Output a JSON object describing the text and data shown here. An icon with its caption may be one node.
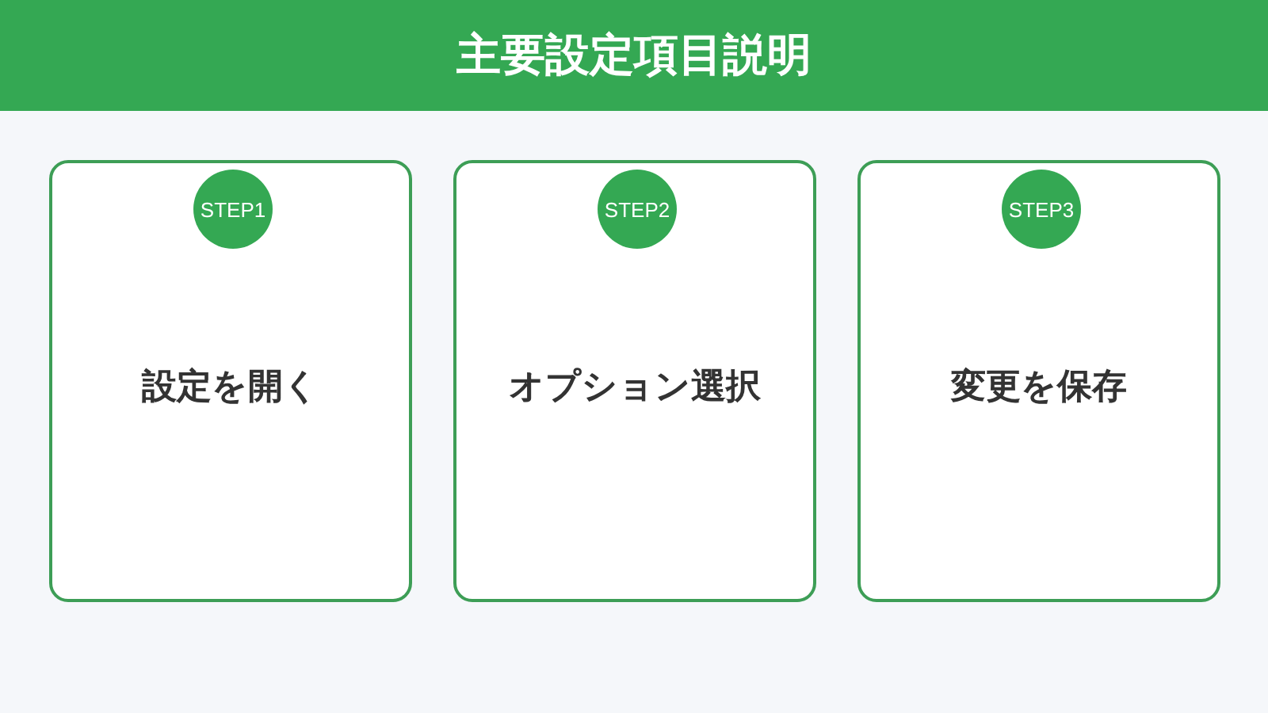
{
  "diagram": {
    "title": "主要設定項目説明",
    "nodes": [
      {
        "text": [
          "設定を開く"
        ]
      },
      {
        "text": [
          "STEP1"
        ],
        "in": 0
      },
      {
        "text": [
          "オプション選択"
        ]
      },
      {
        "text": [
          "STEP2"
        ],
        "in": 2
      },
      {
        "text": [
          "変更を保存"
        ]
      },
      {
        "text": [
          "STEP3"
        ],
        "in": 4
      }
    ]
  }
}
